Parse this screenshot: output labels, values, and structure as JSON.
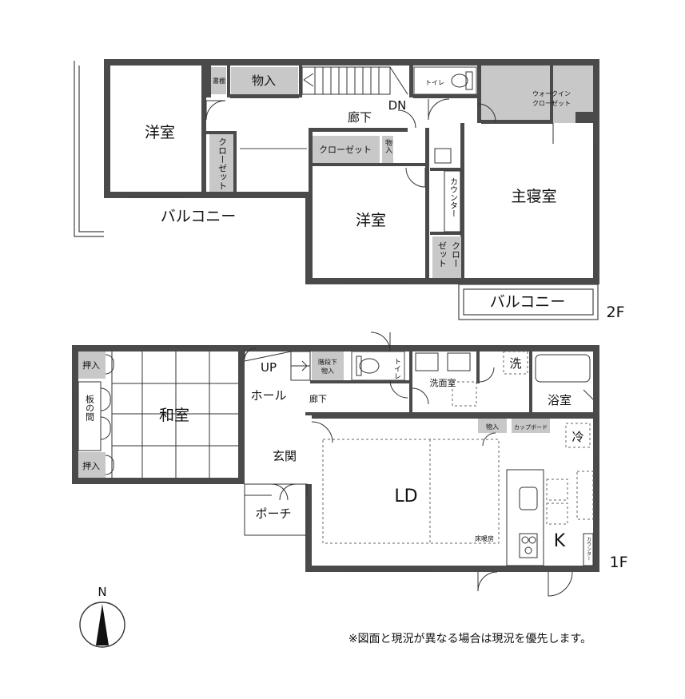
{
  "floor2": {
    "label": "2F",
    "rooms": {
      "western_left": "洋室",
      "storage_top": "物入",
      "shelf_small": "書棚",
      "corridor": "廊下",
      "stair_down": "DN",
      "toilet": "トイレ",
      "walkin_line1": "ウォークイン",
      "walkin_line2": "クローゼット",
      "closet_left": "クローゼット",
      "closet_center": "クローゼット",
      "storage_center": "物入",
      "counter": "カウンター",
      "master_bedroom": "主寝室",
      "western_center": "洋室",
      "closet_right_line1": "クロー",
      "closet_right_line2": "ゼット",
      "balcony_left": "バルコニー",
      "balcony_right": "バルコニー"
    }
  },
  "floor1": {
    "label": "1F",
    "rooms": {
      "oshiire_top": "押入",
      "oshiire_bottom": "押入",
      "itanoma": "板の間",
      "washitsu": "和室",
      "stair_up": "UP",
      "under_stair_line1": "階段下",
      "under_stair_line2": "物入",
      "toilet": "トイレ",
      "washroom": "洗面室",
      "washer": "洗",
      "bathroom": "浴室",
      "hall": "ホール",
      "corridor": "廊下",
      "entrance": "玄関",
      "porch": "ポーチ",
      "ld": "LD",
      "floor_heating": "床暖房",
      "storage": "物入",
      "cupboard": "カップボード",
      "fridge": "冷",
      "kitchen": "K",
      "counter": "カウンター"
    }
  },
  "compass": {
    "label": "N"
  },
  "note": "※図面と現況が異なる場合は現況を優先します。"
}
